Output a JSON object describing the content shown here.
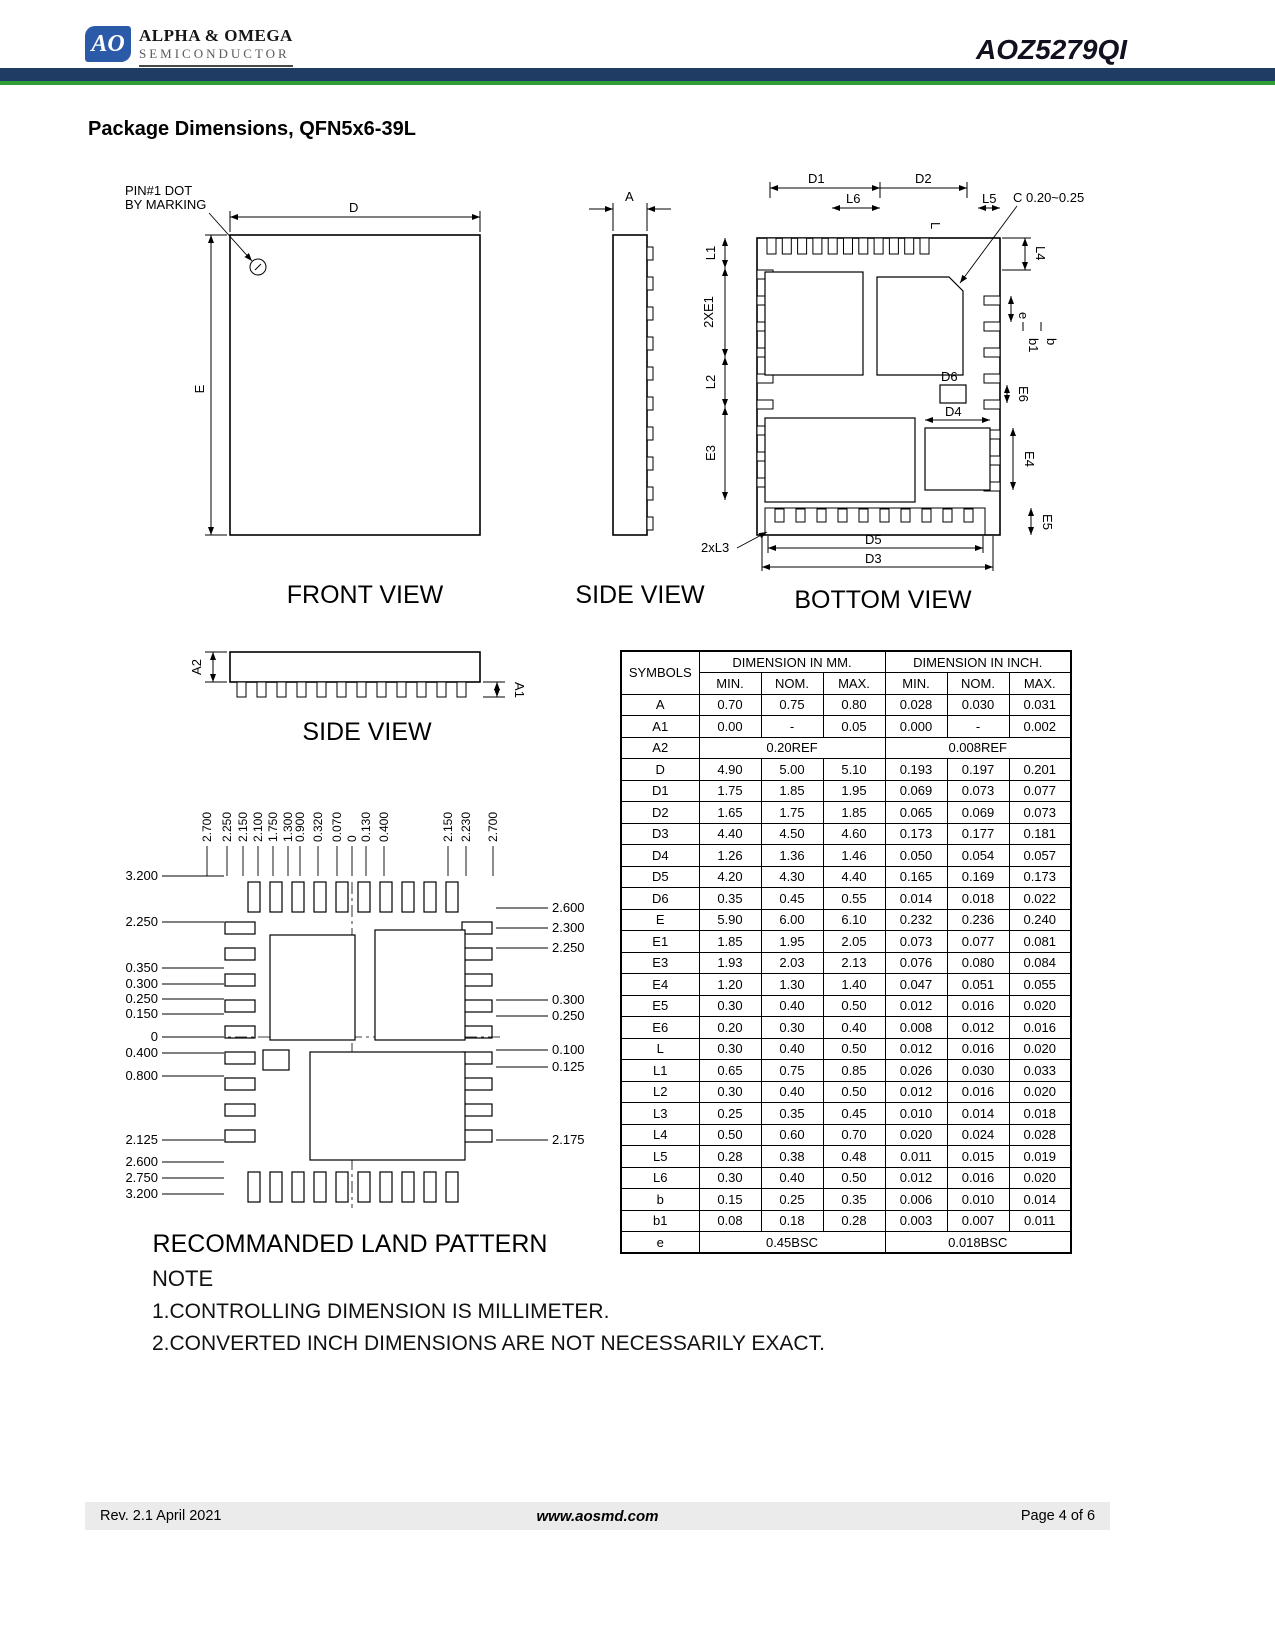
{
  "header": {
    "logo_mark": "AO",
    "logo_name": "ALPHA & OMEGA",
    "logo_sub": "SEMICONDUCTOR",
    "part_number": "AOZ5279QI"
  },
  "title": "Package Dimensions, QFN5x6-39L",
  "drawings": {
    "front": {
      "label": "FRONT VIEW",
      "pin1_note_line1": "PIN#1 DOT",
      "pin1_note_line2": "BY MARKING",
      "dim_d": "D",
      "dim_e": "E"
    },
    "side": {
      "label": "SIDE VIEW",
      "dim_a": "A"
    },
    "bottom": {
      "label": "BOTTOM VIEW",
      "chamfer_note": "C 0.20~0.25",
      "d1": "D1",
      "d2": "D2",
      "l6": "L6",
      "l5": "L5",
      "l": "L",
      "l1": "L1",
      "e1_2x": "2XE1",
      "l2": "L2",
      "e3": "E3",
      "l4": "L4",
      "e": "e",
      "b1": "b1",
      "b": "b",
      "d6": "D6",
      "e6": "E6",
      "d4": "D4",
      "e4": "E4",
      "e5": "E5",
      "l3_2x": "2xL3",
      "d5": "D5",
      "d3": "D3"
    },
    "side2": {
      "label": "SIDE VIEW",
      "dim_a1": "A1",
      "dim_a2": "A2"
    },
    "land": {
      "label": "RECOMMANDED LAND PATTERN",
      "top_labels": [
        "2.700",
        "2.250",
        "2.150",
        "2.100",
        "1.750",
        "1.300",
        "0.900",
        "0.320",
        "0.070",
        "0",
        "0.130",
        "0.400",
        "2.150",
        "2.230",
        "2.700"
      ],
      "left_labels": [
        "3.200",
        "2.250",
        "0.350",
        "0.300",
        "0.250",
        "0.150",
        "0",
        "0.400",
        "0.800",
        "2.125",
        "2.600",
        "2.750",
        "3.200"
      ],
      "right_labels": [
        "2.600",
        "2.300",
        "2.250",
        "0.300",
        "0.250",
        "0.100",
        "0.125",
        "2.175"
      ]
    }
  },
  "table": {
    "header": {
      "symbols": "SYMBOLS",
      "mm": "DIMENSION IN MM.",
      "inch": "DIMENSION IN INCH.",
      "min": "MIN.",
      "nom": "NOM.",
      "max": "MAX."
    },
    "rows": [
      {
        "symbol": "A",
        "mm": [
          "0.70",
          "0.75",
          "0.80"
        ],
        "inch": [
          "0.028",
          "0.030",
          "0.031"
        ]
      },
      {
        "symbol": "A1",
        "mm": [
          "0.00",
          "-",
          "0.05"
        ],
        "inch": [
          "0.000",
          "-",
          "0.002"
        ]
      },
      {
        "symbol": "A2",
        "mm_span": "0.20REF",
        "inch_span": "0.008REF"
      },
      {
        "symbol": "D",
        "mm": [
          "4.90",
          "5.00",
          "5.10"
        ],
        "inch": [
          "0.193",
          "0.197",
          "0.201"
        ]
      },
      {
        "symbol": "D1",
        "mm": [
          "1.75",
          "1.85",
          "1.95"
        ],
        "inch": [
          "0.069",
          "0.073",
          "0.077"
        ]
      },
      {
        "symbol": "D2",
        "mm": [
          "1.65",
          "1.75",
          "1.85"
        ],
        "inch": [
          "0.065",
          "0.069",
          "0.073"
        ]
      },
      {
        "symbol": "D3",
        "mm": [
          "4.40",
          "4.50",
          "4.60"
        ],
        "inch": [
          "0.173",
          "0.177",
          "0.181"
        ]
      },
      {
        "symbol": "D4",
        "mm": [
          "1.26",
          "1.36",
          "1.46"
        ],
        "inch": [
          "0.050",
          "0.054",
          "0.057"
        ]
      },
      {
        "symbol": "D5",
        "mm": [
          "4.20",
          "4.30",
          "4.40"
        ],
        "inch": [
          "0.165",
          "0.169",
          "0.173"
        ]
      },
      {
        "symbol": "D6",
        "mm": [
          "0.35",
          "0.45",
          "0.55"
        ],
        "inch": [
          "0.014",
          "0.018",
          "0.022"
        ]
      },
      {
        "symbol": "E",
        "mm": [
          "5.90",
          "6.00",
          "6.10"
        ],
        "inch": [
          "0.232",
          "0.236",
          "0.240"
        ]
      },
      {
        "symbol": "E1",
        "mm": [
          "1.85",
          "1.95",
          "2.05"
        ],
        "inch": [
          "0.073",
          "0.077",
          "0.081"
        ]
      },
      {
        "symbol": "E3",
        "mm": [
          "1.93",
          "2.03",
          "2.13"
        ],
        "inch": [
          "0.076",
          "0.080",
          "0.084"
        ]
      },
      {
        "symbol": "E4",
        "mm": [
          "1.20",
          "1.30",
          "1.40"
        ],
        "inch": [
          "0.047",
          "0.051",
          "0.055"
        ]
      },
      {
        "symbol": "E5",
        "mm": [
          "0.30",
          "0.40",
          "0.50"
        ],
        "inch": [
          "0.012",
          "0.016",
          "0.020"
        ]
      },
      {
        "symbol": "E6",
        "mm": [
          "0.20",
          "0.30",
          "0.40"
        ],
        "inch": [
          "0.008",
          "0.012",
          "0.016"
        ]
      },
      {
        "symbol": "L",
        "mm": [
          "0.30",
          "0.40",
          "0.50"
        ],
        "inch": [
          "0.012",
          "0.016",
          "0.020"
        ]
      },
      {
        "symbol": "L1",
        "mm": [
          "0.65",
          "0.75",
          "0.85"
        ],
        "inch": [
          "0.026",
          "0.030",
          "0.033"
        ]
      },
      {
        "symbol": "L2",
        "mm": [
          "0.30",
          "0.40",
          "0.50"
        ],
        "inch": [
          "0.012",
          "0.016",
          "0.020"
        ]
      },
      {
        "symbol": "L3",
        "mm": [
          "0.25",
          "0.35",
          "0.45"
        ],
        "inch": [
          "0.010",
          "0.014",
          "0.018"
        ]
      },
      {
        "symbol": "L4",
        "mm": [
          "0.50",
          "0.60",
          "0.70"
        ],
        "inch": [
          "0.020",
          "0.024",
          "0.028"
        ]
      },
      {
        "symbol": "L5",
        "mm": [
          "0.28",
          "0.38",
          "0.48"
        ],
        "inch": [
          "0.011",
          "0.015",
          "0.019"
        ]
      },
      {
        "symbol": "L6",
        "mm": [
          "0.30",
          "0.40",
          "0.50"
        ],
        "inch": [
          "0.012",
          "0.016",
          "0.020"
        ]
      },
      {
        "symbol": "b",
        "mm": [
          "0.15",
          "0.25",
          "0.35"
        ],
        "inch": [
          "0.006",
          "0.010",
          "0.014"
        ]
      },
      {
        "symbol": "b1",
        "mm": [
          "0.08",
          "0.18",
          "0.28"
        ],
        "inch": [
          "0.003",
          "0.007",
          "0.011"
        ]
      },
      {
        "symbol": "e",
        "mm_span": "0.45BSC",
        "inch_span": "0.018BSC"
      }
    ]
  },
  "note": {
    "title": "NOTE",
    "lines": [
      "1.CONTROLLING DIMENSION IS MILLIMETER.",
      "2.CONVERTED INCH DIMENSIONS ARE NOT NECESSARILY EXACT."
    ]
  },
  "footer": {
    "revision": "Rev. 2.1 April 2021",
    "website": "www.aosmd.com",
    "page": "Page 4 of 6"
  },
  "colors": {
    "header_bar": "#1e3c64",
    "header_green": "#2f9e36",
    "logo_blue": "#2b5ba8"
  }
}
